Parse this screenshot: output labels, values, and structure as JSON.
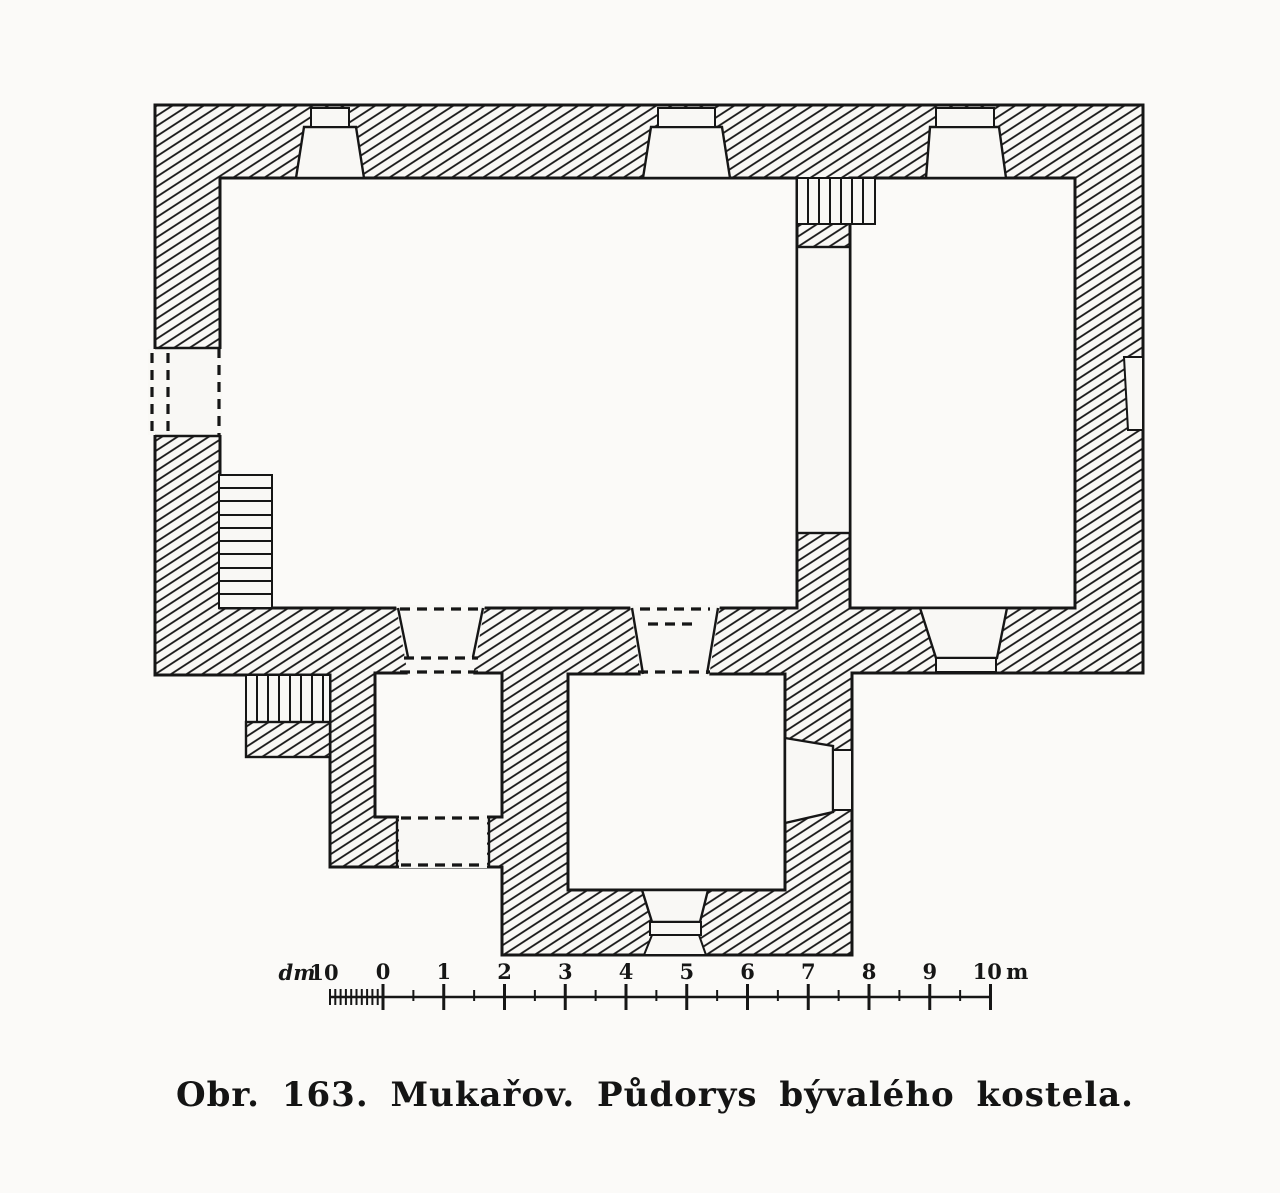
{
  "page": {
    "paper_color": "#f9f8f5",
    "ink_color": "#161616",
    "description_colors": {
      "background": "#fbfaf8"
    }
  },
  "figure": {
    "caption": "Obr. 163. Mukařov. Půdorys bývalého kostela.",
    "figure_number": "Obr. 163.",
    "place": "Mukařov.",
    "subject": "Půdorys bývalého kostela."
  },
  "scale_bar": {
    "unit_left_label": "dm",
    "unit_left_value": "10",
    "tick_labels": [
      "0",
      "1",
      "2",
      "3",
      "4",
      "5",
      "6",
      "7",
      "8",
      "9",
      "10"
    ],
    "unit_right": "m"
  }
}
